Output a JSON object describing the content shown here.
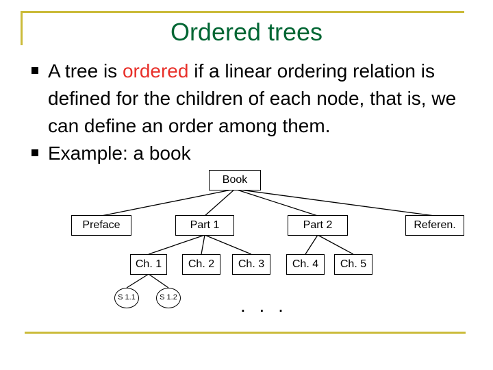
{
  "slide": {
    "title": "Ordered trees",
    "bullet1": {
      "pre": "A tree is ",
      "highlight": "ordered",
      "post": " if a linear ordering relation is defined for the children of each node, that is, we can define an order among them."
    },
    "bullet2": "Example: a book",
    "highlight_color": "#e8302a",
    "title_color": "#006633",
    "accent_color": "#cbbb3a"
  },
  "tree": {
    "root": "Book",
    "level1": [
      "Preface",
      "Part 1",
      "Part 2",
      "Referen."
    ],
    "level2": [
      "Ch. 1",
      "Ch. 2",
      "Ch. 3",
      "Ch. 4",
      "Ch. 5"
    ],
    "level3": [
      "S 1.1",
      "S 1.2"
    ],
    "ellipsis": ". . ."
  }
}
